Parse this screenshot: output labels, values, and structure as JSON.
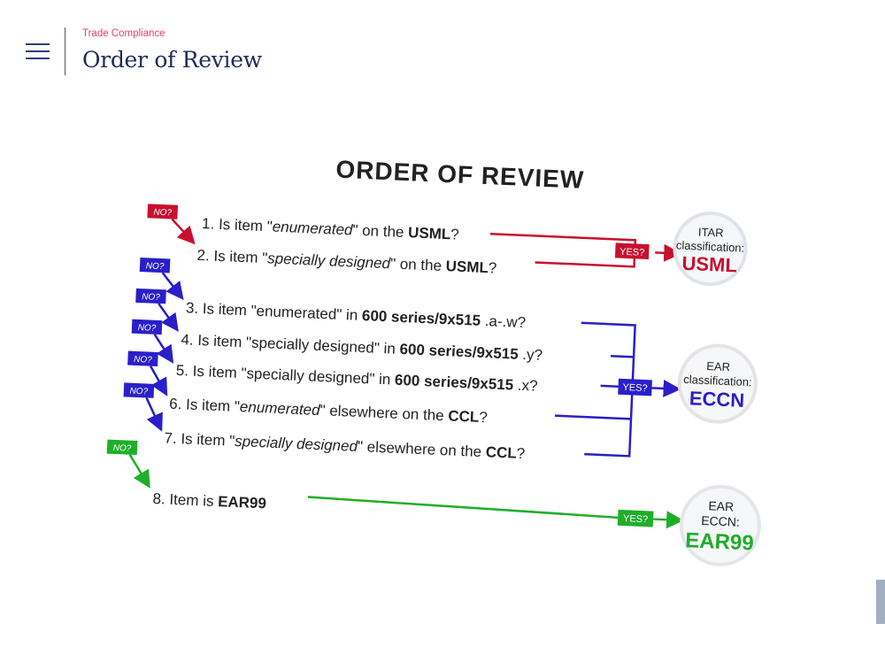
{
  "header": {
    "eyebrow": "Trade Compliance",
    "title": "Order of Review",
    "menu_icon": "hamburger-icon"
  },
  "diagram": {
    "title": "ORDER OF REVIEW",
    "colors": {
      "itar": "#c8102e",
      "ear": "#2a1fc9",
      "ear99": "#1fae2a",
      "text": "#222222"
    },
    "no_label": "NO?",
    "yes_label": "YES?",
    "questions": [
      {
        "group": "itar",
        "segments": [
          {
            "t": "1. Is item \""
          },
          {
            "t": "enumerated",
            "s": "i"
          },
          {
            "t": "\" on the "
          },
          {
            "t": "USML",
            "s": "b"
          },
          {
            "t": "?"
          }
        ]
      },
      {
        "group": "itar",
        "segments": [
          {
            "t": "2. Is item \""
          },
          {
            "t": "specially designed",
            "s": "i"
          },
          {
            "t": "\" on the "
          },
          {
            "t": "USML",
            "s": "b"
          },
          {
            "t": "?"
          }
        ]
      },
      {
        "group": "ear",
        "segments": [
          {
            "t": "3. Is item \"enumerated\" in "
          },
          {
            "t": "600 series/9x515",
            "s": "b"
          },
          {
            "t": " .a-.w?"
          }
        ]
      },
      {
        "group": "ear",
        "segments": [
          {
            "t": "4. Is item \"specially designed\" in "
          },
          {
            "t": "600 series/9x515",
            "s": "b"
          },
          {
            "t": " .y?"
          }
        ]
      },
      {
        "group": "ear",
        "segments": [
          {
            "t": "5. Is item \"specially designed\" in "
          },
          {
            "t": "600 series/9x515",
            "s": "b"
          },
          {
            "t": " .x?"
          }
        ]
      },
      {
        "group": "ear",
        "segments": [
          {
            "t": "6. Is item \""
          },
          {
            "t": "enumerated",
            "s": "i"
          },
          {
            "t": "\" elsewhere on the "
          },
          {
            "t": "CCL",
            "s": "b"
          },
          {
            "t": "?"
          }
        ]
      },
      {
        "group": "ear",
        "segments": [
          {
            "t": "7. Is item \""
          },
          {
            "t": "specially designed",
            "s": "i"
          },
          {
            "t": "\" elsewhere on the "
          },
          {
            "t": "CCL",
            "s": "b"
          },
          {
            "t": "?"
          }
        ]
      },
      {
        "group": "ear99",
        "segments": [
          {
            "t": "8. Item is "
          },
          {
            "t": "EAR99",
            "s": "b"
          }
        ]
      }
    ],
    "outcomes": [
      {
        "line1": "ITAR",
        "line2": "classification:",
        "code": "USML"
      },
      {
        "line1": "EAR",
        "line2": "classification:",
        "code": "ECCN"
      },
      {
        "line1": "EAR",
        "line2": "ECCN:",
        "code": "EAR99"
      }
    ]
  }
}
